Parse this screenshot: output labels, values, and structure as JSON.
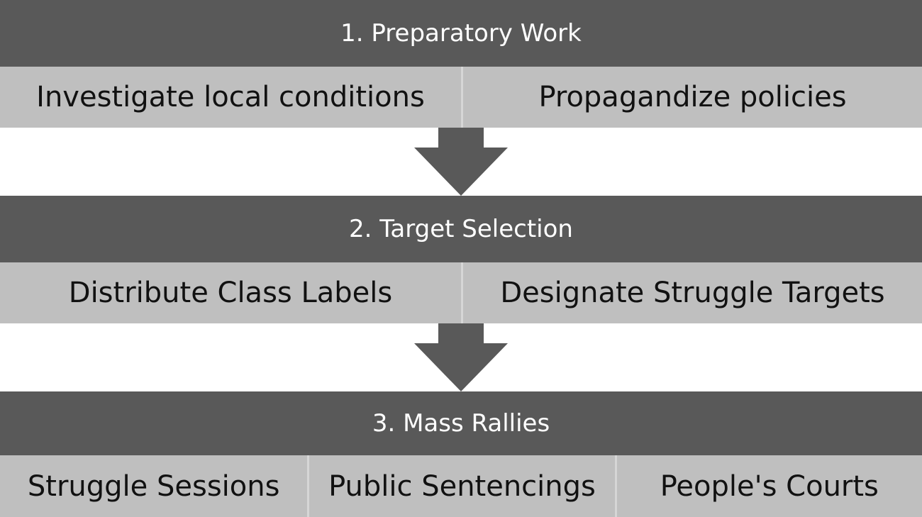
{
  "stages": [
    {
      "title": "1. Preparatory Work",
      "items": [
        "Investigate local conditions",
        "Propagandize policies"
      ]
    },
    {
      "title": "2. Target Selection",
      "items": [
        "Distribute Class Labels",
        "Designate Struggle Targets"
      ]
    },
    {
      "title": "3. Mass Rallies",
      "items": [
        "Struggle Sessions",
        "Public Sentencings",
        "People's Courts"
      ]
    }
  ],
  "colors": {
    "header_bg": "#595959",
    "item_bg": "#bfbfbf",
    "arrow": "#595959"
  }
}
